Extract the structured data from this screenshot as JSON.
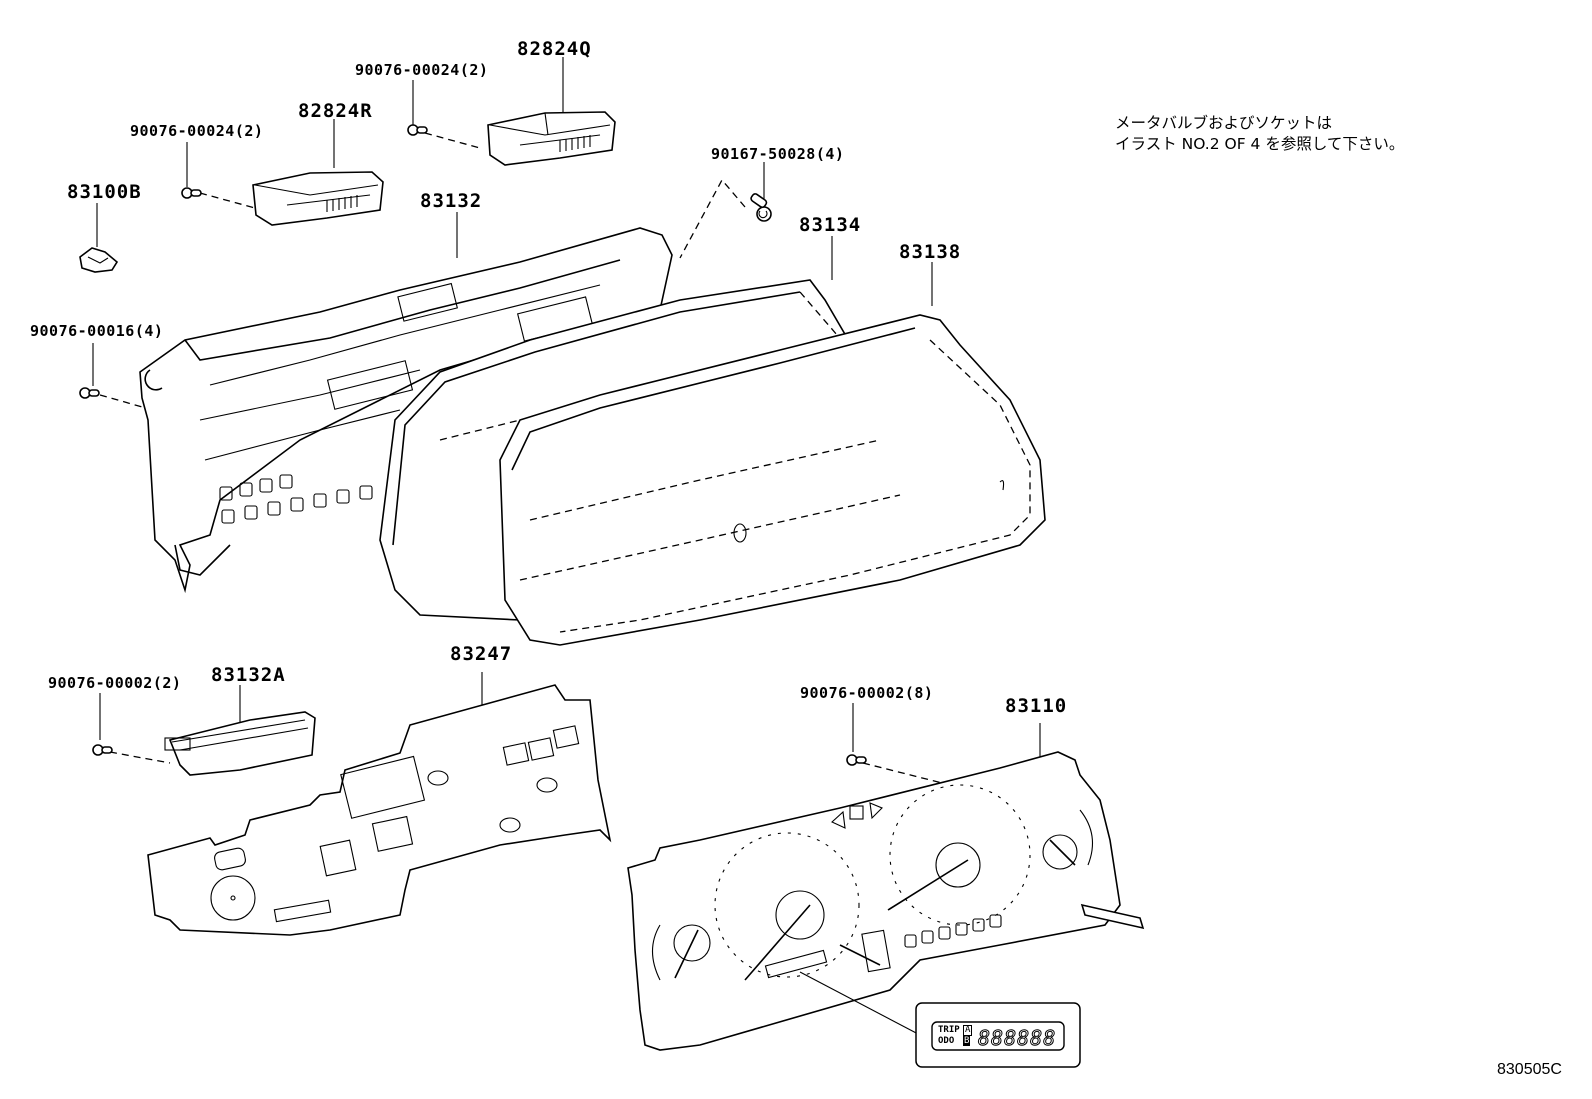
{
  "diagram": {
    "note": {
      "line1": "メータバルブおよびソケットは",
      "line2": "イラスト  NO.2 OF 4 を参照して下さい。"
    },
    "figure_id": "830505C",
    "parts": [
      {
        "id": "p_82824Q",
        "label": "82824Q"
      },
      {
        "id": "p_82824R",
        "label": "82824R"
      },
      {
        "id": "p_83100B",
        "label": "83100B"
      },
      {
        "id": "p_83132",
        "label": "83132"
      },
      {
        "id": "p_83134",
        "label": "83134"
      },
      {
        "id": "p_83138",
        "label": "83138"
      },
      {
        "id": "p_83132A",
        "label": "83132A"
      },
      {
        "id": "p_83247",
        "label": "83247"
      },
      {
        "id": "p_83110",
        "label": "83110"
      }
    ],
    "fasteners": [
      {
        "id": "f_screw_82824Q",
        "label": "90076-00024(2)"
      },
      {
        "id": "f_screw_82824R",
        "label": "90076-00024(2)"
      },
      {
        "id": "f_screw_case",
        "label": "90076-00016(4)"
      },
      {
        "id": "f_screw_lens",
        "label": "90167-50028(4)"
      },
      {
        "id": "f_screw_83132A",
        "label": "90076-00002(2)"
      },
      {
        "id": "f_screw_dial",
        "label": "90076-00002(8)"
      }
    ],
    "odometer_inset": {
      "trip": "TRIP",
      "odo": "ODO",
      "a": "A",
      "b": "B",
      "digits": "888888"
    }
  }
}
